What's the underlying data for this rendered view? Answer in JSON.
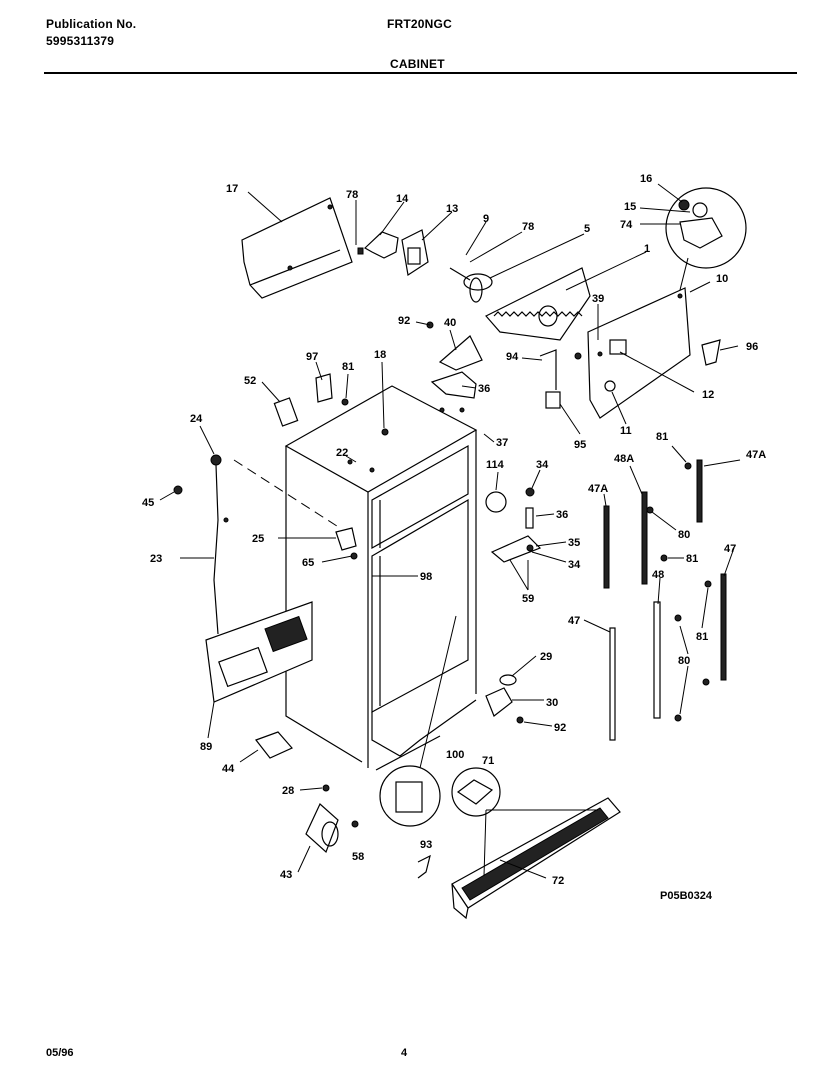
{
  "header": {
    "publication_label": "Publication No.",
    "publication_number": "5995311379",
    "model": "FRT20NGC",
    "section_title": "CABINET"
  },
  "footer": {
    "date": "05/96",
    "page": "4"
  },
  "diagram": {
    "drawing_id": "P05B0324",
    "labels": [
      "17",
      "78",
      "14",
      "13",
      "9",
      "78",
      "5",
      "1",
      "16",
      "15",
      "74",
      "10",
      "39",
      "96",
      "92",
      "40",
      "94",
      "12",
      "95",
      "11",
      "97",
      "81",
      "18",
      "36",
      "52",
      "37",
      "24",
      "22",
      "114",
      "34",
      "81",
      "47A",
      "45",
      "48A",
      "47A",
      "36",
      "80",
      "25",
      "35",
      "34",
      "81",
      "23",
      "65",
      "98",
      "59",
      "47",
      "48",
      "47",
      "81",
      "80",
      "29",
      "30",
      "92",
      "89",
      "44",
      "100",
      "71",
      "28",
      "58",
      "43",
      "93",
      "72"
    ]
  }
}
